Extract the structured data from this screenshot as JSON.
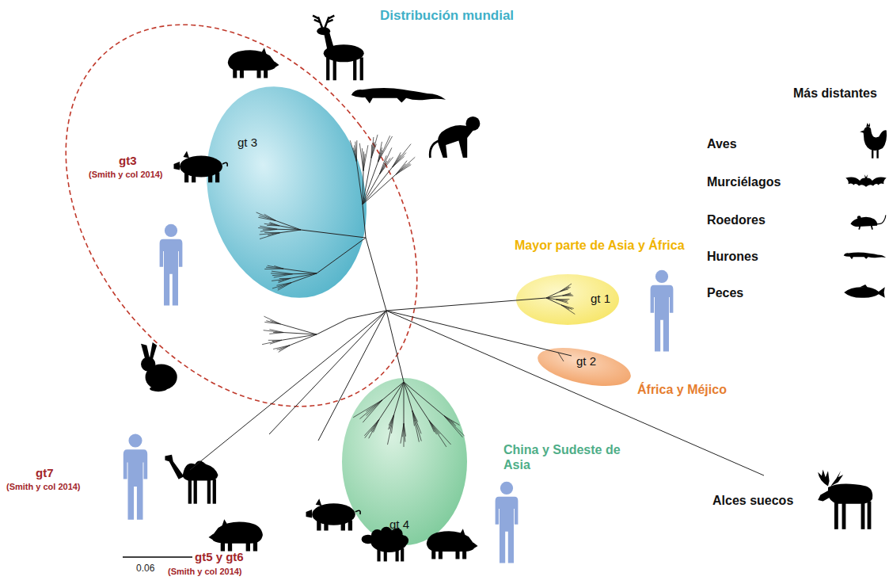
{
  "diagram": {
    "nodes": [
      {
        "text": [
          "gt 3"
        ]
      },
      {
        "text": [
          "gt 1"
        ]
      },
      {
        "text": [
          "gt 2"
        ]
      },
      {
        "text": [
          "gt 4"
        ]
      }
    ],
    "labels": [
      "Distribución mundial",
      "gt3",
      "(Smith y col 2014)",
      "Mayor parte de Asia y África",
      "África y Méjico",
      "China y Sudeste de Asia",
      "gt7",
      "(Smith y col 2014)",
      "gt5 y gt6",
      "(Smith y col 2014)",
      "0.06",
      "Más distantes",
      "Aves",
      "Murciélagos",
      "Roedores",
      "Hurones",
      "Peces",
      "Alces suecos"
    ]
  }
}
